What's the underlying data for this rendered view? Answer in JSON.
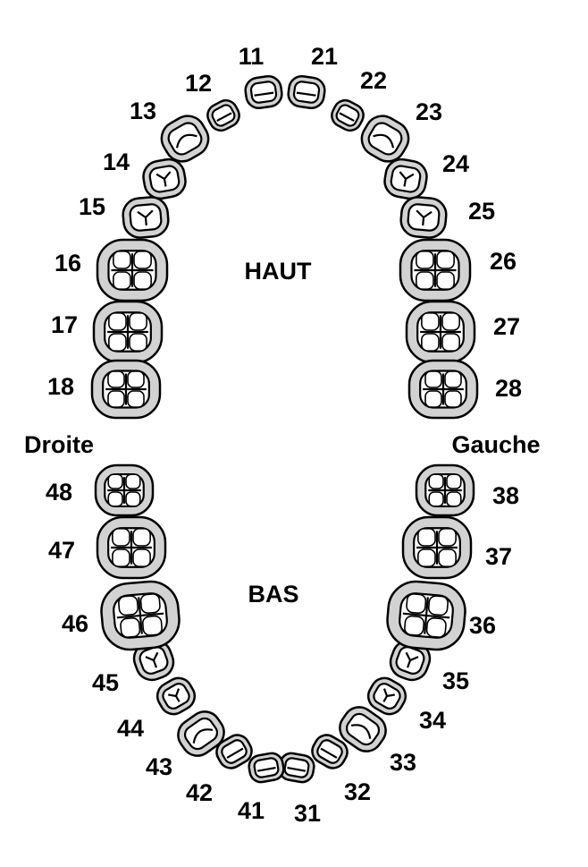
{
  "labels": {
    "upper": "HAUT",
    "lower": "BAS",
    "right": "Droite",
    "left": "Gauche"
  },
  "colors": {
    "tooth_fill": "#d2d2d2",
    "tooth_stroke": "#000000",
    "crown_fill": "#ffffff",
    "text": "#000000"
  },
  "teeth": [
    {
      "number": "11",
      "type": "incisor"
    },
    {
      "number": "12",
      "type": "incisor"
    },
    {
      "number": "13",
      "type": "canine"
    },
    {
      "number": "14",
      "type": "premolar"
    },
    {
      "number": "15",
      "type": "premolar"
    },
    {
      "number": "16",
      "type": "molar"
    },
    {
      "number": "17",
      "type": "molar"
    },
    {
      "number": "18",
      "type": "molar"
    },
    {
      "number": "21",
      "type": "incisor"
    },
    {
      "number": "22",
      "type": "incisor"
    },
    {
      "number": "23",
      "type": "canine"
    },
    {
      "number": "24",
      "type": "premolar"
    },
    {
      "number": "25",
      "type": "premolar"
    },
    {
      "number": "26",
      "type": "molar"
    },
    {
      "number": "27",
      "type": "molar"
    },
    {
      "number": "28",
      "type": "molar"
    },
    {
      "number": "31",
      "type": "incisor"
    },
    {
      "number": "32",
      "type": "incisor"
    },
    {
      "number": "33",
      "type": "canine"
    },
    {
      "number": "34",
      "type": "premolar"
    },
    {
      "number": "35",
      "type": "premolar"
    },
    {
      "number": "36",
      "type": "molar"
    },
    {
      "number": "37",
      "type": "molar"
    },
    {
      "number": "38",
      "type": "molar"
    },
    {
      "number": "41",
      "type": "incisor"
    },
    {
      "number": "42",
      "type": "incisor"
    },
    {
      "number": "43",
      "type": "canine"
    },
    {
      "number": "44",
      "type": "premolar"
    },
    {
      "number": "45",
      "type": "premolar"
    },
    {
      "number": "46",
      "type": "molar"
    },
    {
      "number": "47",
      "type": "molar"
    },
    {
      "number": "48",
      "type": "molar"
    }
  ]
}
